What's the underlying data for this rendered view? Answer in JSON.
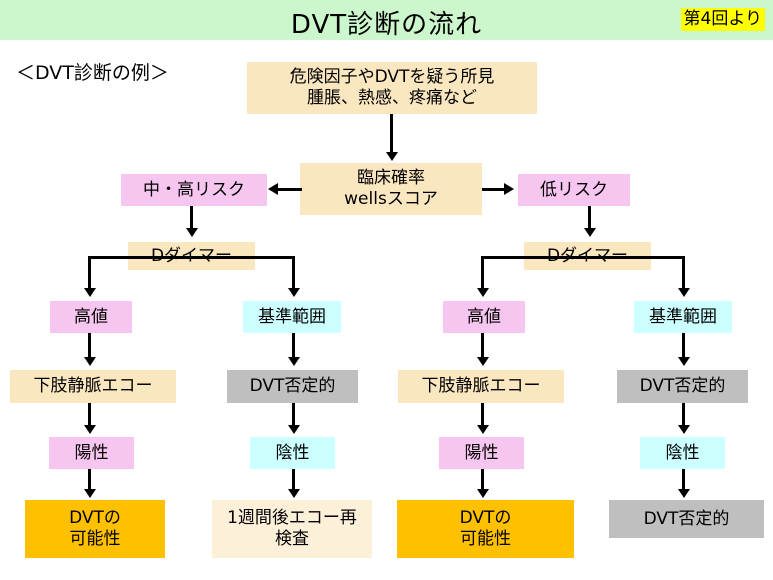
{
  "header": {
    "title": "DVT診断の流れ",
    "badge": "第4回より",
    "banner_color": "#ccf7cc",
    "badge_color": "#ffff00"
  },
  "subtitle": "＜DVT診断の例＞",
  "palette": {
    "beige": "#fae7c0",
    "beige_light": "#fdf0d9",
    "pink": "#f7c6f0",
    "cyan": "#ccffff",
    "gray": "#bfbfbf",
    "orange": "#ffc000"
  },
  "flow": {
    "start": "危険因子やDVTを疑う所見\n腫脹、熱感、疼痛など",
    "start_line1": "危険因子やDVTを疑う所見",
    "start_line2": "腫脹、熱感、疼痛など",
    "clinical_line1": "臨床確率",
    "clinical_line2": "wellsスコア",
    "risk_high": "中・高リスク",
    "risk_low": "低リスク",
    "ddimer_left": "Dダイマー",
    "ddimer_right": "Dダイマー",
    "left_high": "高値",
    "left_normal": "基準範囲",
    "right_high": "高値",
    "right_normal": "基準範囲",
    "left_echo": "下肢静脈エコー",
    "left_deny": "DVT否定的",
    "right_echo": "下肢静脈エコー",
    "right_deny": "DVT否定的",
    "left_positive": "陽性",
    "left_negative": "陰性",
    "right_positive": "陽性",
    "right_negative": "陰性",
    "result_dvt_left_line1": "DVTの",
    "result_dvt_left_line2": "可能性",
    "result_recheck_line1": "1週間後エコー再",
    "result_recheck_line2": "検査",
    "result_dvt_right_line1": "DVTの",
    "result_dvt_right_line2": "可能性",
    "result_deny_right": "DVT否定的"
  }
}
